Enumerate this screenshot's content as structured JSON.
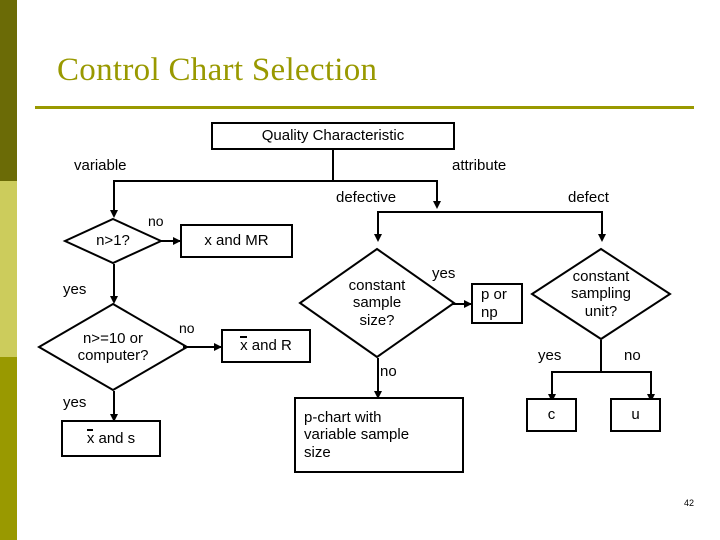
{
  "slide": {
    "title": "Control Chart Selection",
    "page_number": "42",
    "colors": {
      "title_text": "#999900",
      "rule": "#999900",
      "sidebar_top": "#6b6b06",
      "sidebar_middle": "#cccc5c",
      "sidebar_bottom": "#999900",
      "flowchart_line": "#000000",
      "background": "#ffffff"
    }
  },
  "flowchart": {
    "root": {
      "label": "Quality Characteristic"
    },
    "branches": {
      "variable": "variable",
      "attribute": "attribute",
      "defective": "defective",
      "defect": "defect"
    },
    "decisions": {
      "n_gt_1": "n>1?",
      "n_ge_10": "n>=10 or\ncomputer?",
      "n_ge_10_line1": "n>=10 or",
      "n_ge_10_line2": "computer?",
      "constant_sample_size_line1": "constant",
      "constant_sample_size_line2": "sample",
      "constant_sample_size_line3": "size?",
      "constant_sampling_unit_line1": "constant",
      "constant_sampling_unit_line2": "sampling",
      "constant_sampling_unit_line3": "unit?"
    },
    "charts": {
      "x_and_mr": "x and MR",
      "x_bar_and_r_bar": "x",
      "x_bar_and_r_rest": " and R",
      "x_bar_and_s_bar": "x",
      "x_bar_and_s_rest": " and s",
      "p_or_np_line1": "p or",
      "p_or_np_line2": "np",
      "p_chart_line1": "p-chart with",
      "p_chart_line2": "variable sample",
      "p_chart_line3": "size",
      "c_chart": "c",
      "u_chart": "u"
    },
    "edge_labels": {
      "no_1": "no",
      "yes_1": "yes",
      "no_2": "no",
      "yes_2": "yes",
      "yes_css": "yes",
      "no_css": "no",
      "yes_csu": "yes",
      "no_csu": "no"
    }
  }
}
